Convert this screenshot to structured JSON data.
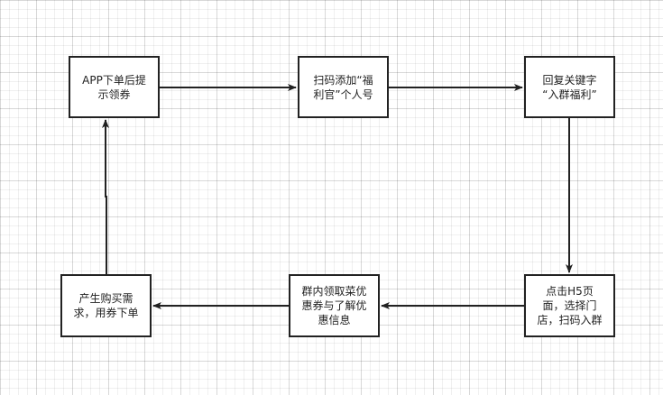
{
  "diagram": {
    "nodes": [
      {
        "id": "n1",
        "label": "APP下单后提\n示领券"
      },
      {
        "id": "n2",
        "label": "扫码添加“福\n利官”个人号"
      },
      {
        "id": "n3",
        "label": "回复关键字\n“入群福利”"
      },
      {
        "id": "n4",
        "label": "点击H5页\n面，选择门\n店，扫码入群"
      },
      {
        "id": "n5",
        "label": "群内领取菜优\n惠券与了解优\n惠信息"
      },
      {
        "id": "n6",
        "label": "产生购买需\n求，用券下单"
      }
    ],
    "edges": [
      {
        "from": "n1",
        "to": "n2"
      },
      {
        "from": "n2",
        "to": "n3"
      },
      {
        "from": "n3",
        "to": "n4"
      },
      {
        "from": "n4",
        "to": "n5"
      },
      {
        "from": "n5",
        "to": "n6"
      },
      {
        "from": "n6",
        "to": "n1"
      }
    ],
    "colors": {
      "stroke": "#222222",
      "node_fill": "#ffffff",
      "grid": "#e6e6e6"
    }
  }
}
